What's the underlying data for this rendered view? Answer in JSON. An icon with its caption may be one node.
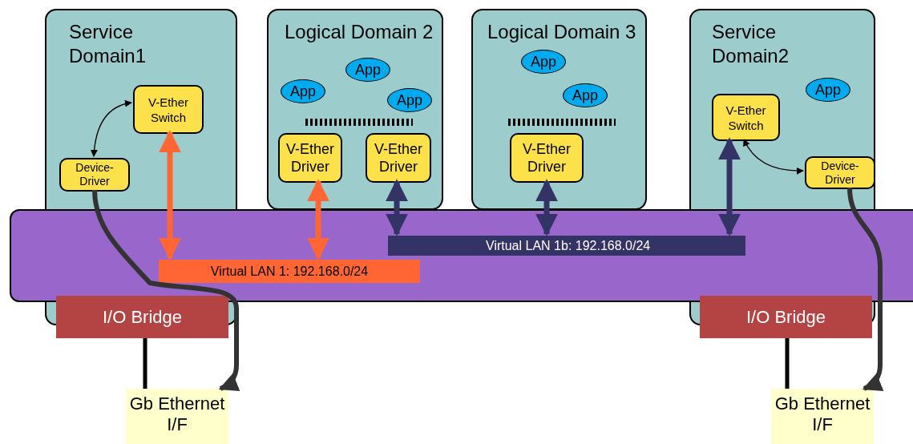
{
  "diagram": {
    "nodes": [
      {
        "text": [
          "Service Domain1"
        ]
      },
      {
        "text": [
          "V-Ether Switch"
        ],
        "in": 0
      },
      {
        "text": [
          "Device-Driver"
        ],
        "in": 0
      },
      {
        "text": [
          "Logical Domain 2"
        ]
      },
      {
        "text": [
          "App"
        ],
        "in": 3
      },
      {
        "text": [
          "App"
        ],
        "in": 3
      },
      {
        "text": [
          "App"
        ],
        "in": 3
      },
      {
        "text": [
          "V-Ether Driver"
        ],
        "in": 3
      },
      {
        "text": [
          "V-Ether Driver"
        ],
        "in": 3
      },
      {
        "text": [
          "Logical Domain 3"
        ]
      },
      {
        "text": [
          "App"
        ],
        "in": 9
      },
      {
        "text": [
          "App"
        ],
        "in": 9
      },
      {
        "text": [
          "V-Ether Driver"
        ],
        "in": 9
      },
      {
        "text": [
          "Service Domain2"
        ]
      },
      {
        "text": [
          "App"
        ],
        "in": 13
      },
      {
        "text": [
          "V-Ether Switch"
        ],
        "in": 13
      },
      {
        "text": [
          "Device-Driver"
        ],
        "in": 13
      },
      {
        "text": [],
        "shape": "box"
      },
      {
        "text": [
          "Virtual LAN 1: 192.168.0/24"
        ],
        "in": 17
      },
      {
        "text": [
          "Virtual LAN 1b: 192.168.0/24"
        ],
        "in": 17
      },
      {
        "text": [
          "I/O Bridge"
        ]
      },
      {
        "text": [
          "I/O Bridge"
        ]
      },
      {
        "text": [
          "Gb Ethernet I/F"
        ]
      },
      {
        "text": [
          "Gb Ethernet I/F"
        ]
      }
    ],
    "edges": [
      {
        "from": 1,
        "to": 2,
        "arrow": "both"
      },
      {
        "from": 1,
        "to": 18,
        "arrow": "both",
        "color": "#ff6633"
      },
      {
        "from": 7,
        "to": 18,
        "arrow": "both",
        "color": "#ff6633"
      },
      {
        "from": 8,
        "to": 19,
        "arrow": "both",
        "color": "#333366"
      },
      {
        "from": 12,
        "to": 19,
        "arrow": "both",
        "color": "#333366"
      },
      {
        "from": 15,
        "to": 19,
        "arrow": "both",
        "color": "#333366"
      },
      {
        "from": 15,
        "to": 16,
        "arrow": "both"
      },
      {
        "from": 2,
        "to": 22,
        "arrow": "to",
        "color": "#333333"
      },
      {
        "from": 16,
        "to": 23,
        "arrow": "to",
        "color": "#333333"
      },
      {
        "from": 20,
        "to": 22,
        "arrow": "none"
      },
      {
        "from": 21,
        "to": 23,
        "arrow": "none"
      }
    ]
  }
}
